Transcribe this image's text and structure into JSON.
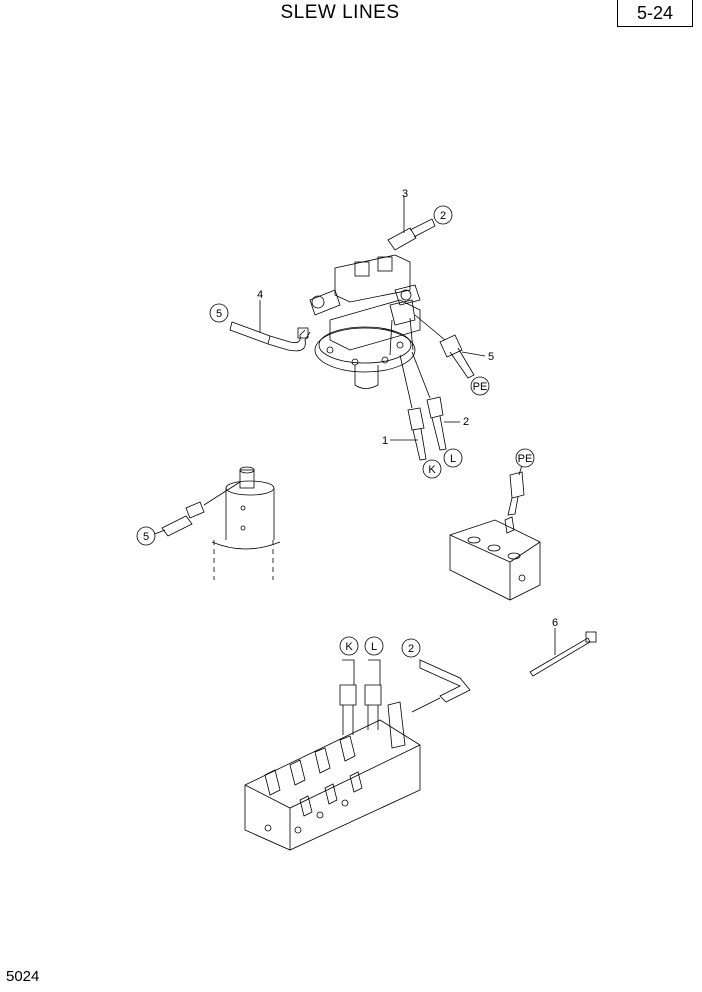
{
  "header": {
    "title": "SLEW LINES",
    "page_number": "5-24"
  },
  "footer": {
    "diagram_id": "5024"
  },
  "callouts": {
    "c1": "1",
    "c2a": "2",
    "c2b": "2",
    "c2c": "2",
    "c3": "3",
    "c4": "4",
    "c5a": "5",
    "c5b": "5",
    "c5c": "5",
    "c6": "6",
    "k1": "K",
    "k2": "K",
    "l1": "L",
    "l2": "L",
    "pe1": "PE",
    "pe2": "PE"
  }
}
